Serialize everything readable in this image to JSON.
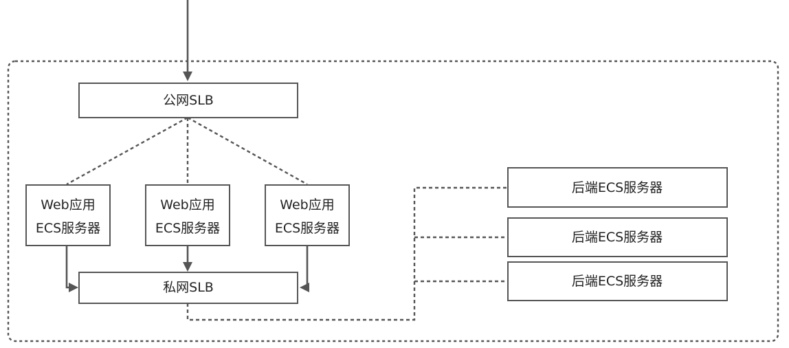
{
  "diagram": {
    "public_slb": "公网SLB",
    "private_slb": "私网SLB",
    "web_servers": [
      {
        "line1": "Web应用",
        "line2": "ECS服务器"
      },
      {
        "line1": "Web应用",
        "line2": "ECS服务器"
      },
      {
        "line1": "Web应用",
        "line2": "ECS服务器"
      }
    ],
    "backend_servers": [
      {
        "label": "后端ECS服务器"
      },
      {
        "label": "后端ECS服务器"
      },
      {
        "label": "后端ECS服务器"
      }
    ]
  },
  "colors": {
    "stroke": "#555555",
    "text": "#222222",
    "background": "#ffffff"
  }
}
